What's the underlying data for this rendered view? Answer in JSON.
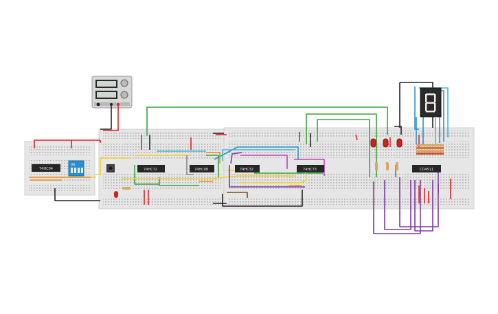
{
  "canvas": {
    "background": "#ffffff",
    "breadboard_color": "#e6e6e6",
    "chip_color": "#262626",
    "wire_colors": {
      "red": "#e02020",
      "black": "#222222",
      "green": "#3aa43a",
      "blue": "#2a8fd0",
      "yellow": "#f0cf30",
      "orange": "#f08a1a",
      "purple": "#7a3aa0",
      "magenta": "#c040c0",
      "cyan": "#40b8d0",
      "gray": "#888888",
      "brown": "#7a4a1a"
    }
  },
  "chips": [
    {
      "id": "u1",
      "label": "74HC04"
    },
    {
      "id": "u2",
      "label": "74HC72"
    },
    {
      "id": "u3",
      "label": "74HC08"
    },
    {
      "id": "u4",
      "label": "74HC32"
    },
    {
      "id": "u5",
      "label": "74HC73"
    },
    {
      "id": "u6",
      "label": "CD4511"
    }
  ],
  "dip_switch": {
    "label": "ON",
    "positions": 4
  },
  "seven_segment": {
    "digit": "8"
  },
  "power_supply": {
    "icon": "power-supply-icon"
  },
  "pushbutton": {
    "icon": "pushbutton-icon"
  },
  "leds": {
    "count": 3,
    "color": "#cc2222"
  }
}
